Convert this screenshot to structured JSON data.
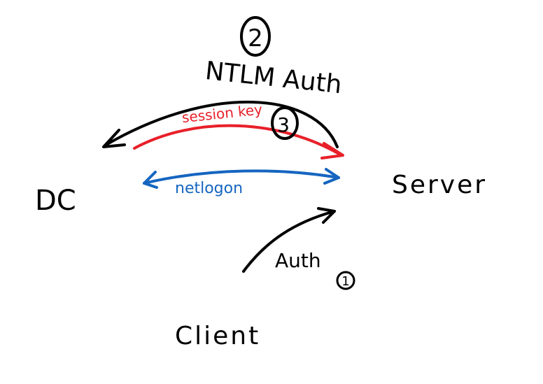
{
  "nodes": {
    "dc": "DC",
    "server": "Server",
    "client": "Client"
  },
  "edges": {
    "ntlm_auth": "NTLM Auth",
    "session_key": "session key",
    "netlogon": "netlogon",
    "auth": "Auth"
  },
  "steps": {
    "step1": "1",
    "step2": "2",
    "step3": "3"
  },
  "colors": {
    "ink": "#000000",
    "session_key": "#e8202a",
    "netlogon": "#1565c0"
  }
}
